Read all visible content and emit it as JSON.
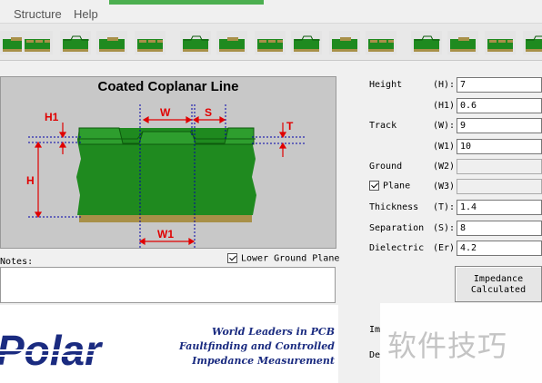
{
  "menu": {
    "items": [
      "Structure",
      "Help"
    ]
  },
  "diagram": {
    "title": "Coated Coplanar Line",
    "labels": {
      "h1": "H1",
      "w": "W",
      "s": "S",
      "t": "T",
      "h": "H",
      "w1": "W1"
    }
  },
  "notes": {
    "label": "Notes:"
  },
  "lower_ground_plane": {
    "label": "Lower Ground Plane",
    "checked": true
  },
  "brand": {
    "logo_text": "Polar",
    "tagline": [
      "World Leaders in PCB",
      "Faultfinding and Controlled",
      "Impedance Measurement"
    ]
  },
  "params": {
    "height": {
      "label": "Height",
      "symbol": "(H):",
      "value": "7"
    },
    "height1": {
      "symbol": "(H1):",
      "value": "0.6"
    },
    "track": {
      "label": "Track",
      "symbol": "(W):",
      "value": "9"
    },
    "track1": {
      "symbol": "(W1):",
      "value": "10"
    },
    "ground": {
      "label": "Ground",
      "symbol": "(W2):",
      "value": ""
    },
    "plane": {
      "label": "Plane",
      "symbol": "(W3):",
      "value": "",
      "checked": true
    },
    "thickness": {
      "label": "Thickness",
      "symbol": "(T):",
      "value": "1.4"
    },
    "separation": {
      "label": "Separation",
      "symbol": "(S):",
      "value": "8"
    },
    "dielectric": {
      "label": "Dielectric",
      "symbol": "(Er):",
      "value": "4.2"
    }
  },
  "calculate_button": {
    "line1": "Impedance",
    "line2": "Calculated"
  },
  "side_labels": {
    "im": "Im",
    "de": "De"
  },
  "watermark": {
    "text": "软件技巧"
  },
  "colors": {
    "dielectric_green": "#1f8a1f",
    "copper": "#a89048",
    "dimension_red": "#e00000",
    "guide_blue": "#0000aa",
    "brand_blue": "#1a2b80"
  }
}
